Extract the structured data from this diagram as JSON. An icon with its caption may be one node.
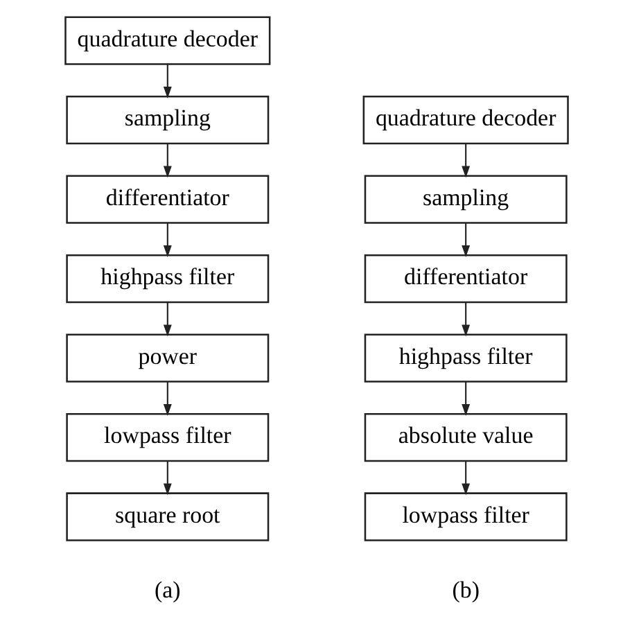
{
  "diagram": {
    "nodes": [
      {
        "text": [
          "quadrature decoder"
        ]
      },
      {
        "text": [
          "sampling"
        ]
      },
      {
        "text": [
          "differentiator"
        ]
      },
      {
        "text": [
          "highpass filter"
        ]
      },
      {
        "text": [
          "power"
        ]
      },
      {
        "text": [
          "lowpass filter"
        ]
      },
      {
        "text": [
          "square root"
        ]
      },
      {
        "text": [
          "quadrature decoder"
        ]
      },
      {
        "text": [
          "sampling"
        ]
      },
      {
        "text": [
          "differentiator"
        ]
      },
      {
        "text": [
          "highpass filter"
        ]
      },
      {
        "text": [
          "absolute value"
        ]
      },
      {
        "text": [
          "lowpass filter"
        ]
      }
    ],
    "edges": [
      {
        "from": 0,
        "to": 1,
        "arrow": "to"
      },
      {
        "from": 1,
        "to": 2,
        "arrow": "to"
      },
      {
        "from": 2,
        "to": 3,
        "arrow": "to"
      },
      {
        "from": 3,
        "to": 4,
        "arrow": "to"
      },
      {
        "from": 4,
        "to": 5,
        "arrow": "to"
      },
      {
        "from": 5,
        "to": 6,
        "arrow": "to"
      },
      {
        "from": 7,
        "to": 8,
        "arrow": "to"
      },
      {
        "from": 8,
        "to": 9,
        "arrow": "to"
      },
      {
        "from": 9,
        "to": 10,
        "arrow": "to"
      },
      {
        "from": 10,
        "to": 11,
        "arrow": "to"
      },
      {
        "from": 11,
        "to": 12,
        "arrow": "to"
      }
    ],
    "labels": [
      "(a)",
      "(b)"
    ]
  }
}
